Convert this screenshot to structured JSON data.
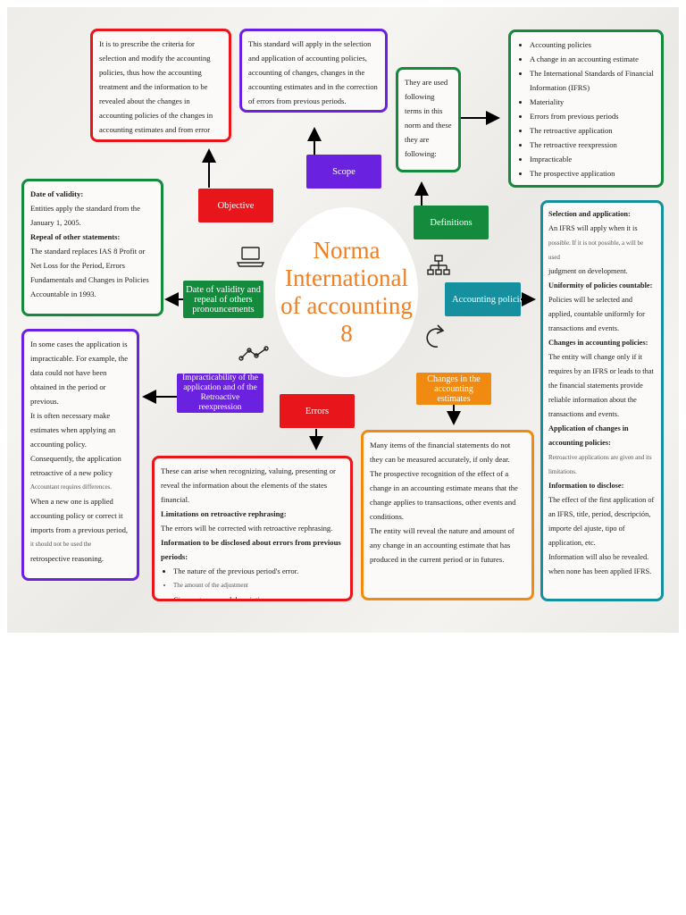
{
  "center_title": "Norma International of accounting 8",
  "nodes": {
    "objective": "Objective",
    "scope": "Scope",
    "definitions": "Definitions",
    "date": "Date of validity and repeal of others pronouncements",
    "accounting_policies": "Accounting policies",
    "impracticability": "Impracticability of the application and of the Retroactive reexpression",
    "errors": "Errors",
    "changes": "Changes in the accounting estimates"
  },
  "objective_text": "It is to prescribe the criteria for selection and modify the accounting policies, thus how the accounting treatment and the information to be revealed about the changes in accounting policies of the changes in accounting estimates and from error correction.",
  "scope_text": "This standard will apply in the selection and application of accounting policies, accounting of changes, changes in the accounting estimates and in the correction of errors from previous periods.",
  "definitions_intro": "They are used following terms in this norm and these they are following:",
  "definitions_list": [
    "Accounting policies",
    "A change in an accounting estimate",
    "The International Standards of Financial Information (IFRS)",
    "Materiality",
    "Errors from previous periods",
    "The retroactive application",
    "The retroactive reexpression",
    "Impracticable",
    "The prospective application"
  ],
  "date_box": {
    "h1": "Date of validity:",
    "t1": "Entities apply the standard from the January 1, 2005.",
    "h2": "Repeal of other statements:",
    "t2": "The standard replaces IAS 8 Profit or Net Loss for the Period, Errors Fundamentals and Changes in Policies Accountable in 1993."
  },
  "impracticability_text": {
    "t1": "In some cases the application is impracticable. For example, the data could not have been obtained in the period or previous.",
    "t2": "It is often necessary make estimates when applying an accounting policy. Consequently, the application retroactive of a new policy",
    "t3": "Accountant requires differences.",
    "t4": "When a new one is applied accounting policy or correct it imports from a previous period,",
    "t5": "it should not be used the",
    "t6": "retrospective reasoning."
  },
  "errors_box": {
    "t1": "These can arise when recognizing, valuing, presenting or reveal the information about the elements of the states financial.",
    "h1": "Limitations on retroactive rephrasing:",
    "t2": "The errors will be corrected with retroactive rephrasing.",
    "h2": "Information to be disclosed about errors from previous periods:",
    "b1": "The nature of the previous period's error.",
    "b2": "The amount of the adjustment",
    "b3": "Circumstances and descriptions."
  },
  "changes_text": {
    "t1": "Many items of the financial statements do not they can be measured accurately, if only dear.",
    "t2": "The prospective recognition of the effect of a change in an accounting estimate means that the change applies to transactions, other events and conditions.",
    "t3": "The entity will reveal the nature and amount of any change in an accounting estimate that has produced in the current period or in futures."
  },
  "policies_box": {
    "h1": "Selection and application:",
    "t1": "An IFRS will apply when it is",
    "t1s": "possible. If it is not possible, a will be used",
    "t1b": "judgment on development.",
    "h2": "Uniformity of policies countable:",
    "t2": "Policies will be selected and applied, countable uniformly for transactions and events.",
    "h3": "Changes in accounting policies:",
    "t3": "The entity will change only if it requires by an IFRS or leads to that the financial statements provide reliable information about the transactions and events.",
    "h4": "Application of changes in accounting policies:",
    "t4": "Retroactive applications are given and its limitations.",
    "h5": "Information to disclose:",
    "t5": "The effect of the first application of an IFRS, title, period, descripción, importe del ajuste, tipo of application, etc.",
    "t6": "Information will also be revealed. when none has been applied IFRS."
  },
  "colors": {
    "red": "#e8161b",
    "purple": "#6a22e0",
    "green": "#138a3c",
    "teal": "#168f9e",
    "orange": "#f08a10",
    "title": "#ef7f22"
  },
  "icons": [
    "laptop-icon",
    "hierarchy-icon",
    "refresh-arrow-icon",
    "line-graph-icon"
  ]
}
